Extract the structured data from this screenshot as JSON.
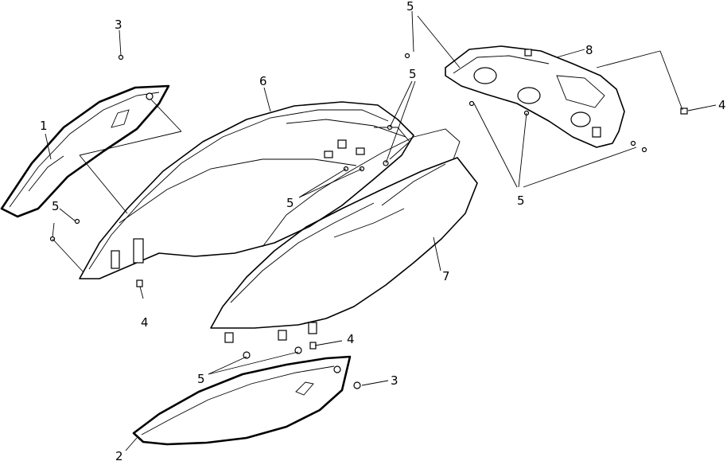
{
  "callouts": {
    "c1": "1",
    "c2": "2",
    "c3a": "3",
    "c3b": "3",
    "c4a": "4",
    "c4b": "4",
    "c4c": "4",
    "c5a": "5",
    "c5b": "5",
    "c5c": "5",
    "c5d": "5",
    "c5e": "5",
    "c5f": "5",
    "c6": "6",
    "c7": "7",
    "c8": "8"
  },
  "colors": {
    "line": "#000000",
    "background": "#ffffff"
  }
}
